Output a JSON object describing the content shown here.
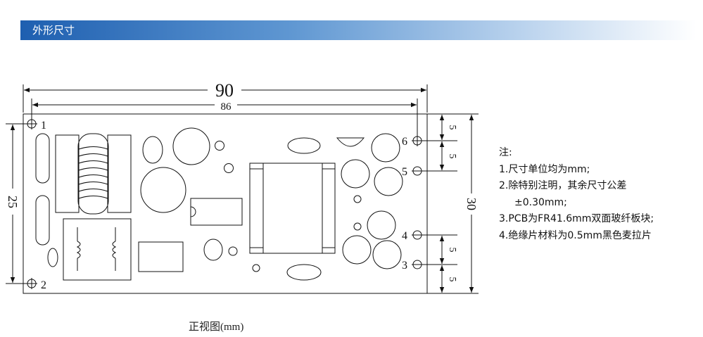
{
  "header": {
    "title": "外形尺寸"
  },
  "dimensions": {
    "overall_length": "90",
    "hole_spacing_length": "86",
    "overall_width": "30",
    "hole_spacing_width": "25",
    "pin_spacing_top_1": "5",
    "pin_spacing_top_2": "5",
    "pin_spacing_bottom_1": "5",
    "pin_spacing_bottom_2": "5"
  },
  "pins": {
    "p1": "1",
    "p2": "2",
    "p3": "3",
    "p4": "4",
    "p5": "5",
    "p6": "6"
  },
  "notes": {
    "heading": "注:",
    "items": [
      "1.尺寸单位均为mm;",
      "2.除特别注明，其余尺寸公差",
      "±0.30mm;",
      "3.PCB为FR41.6mm双面玻纤板块;",
      "4.绝缘片材料为0.5mm黑色麦拉片"
    ]
  },
  "caption": "正视图(mm)",
  "colors": {
    "header_start": "#1e5fb0",
    "header_end": "#ffffff",
    "line": "#111111"
  }
}
